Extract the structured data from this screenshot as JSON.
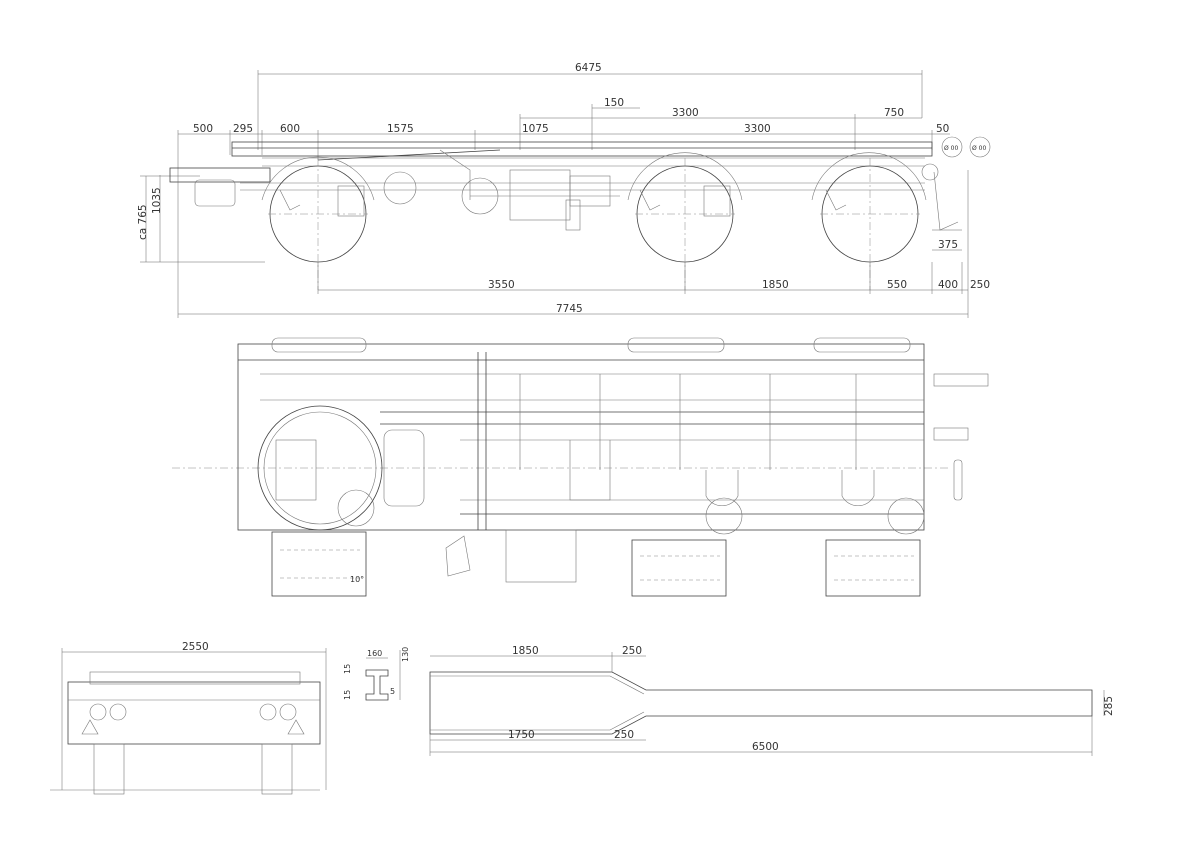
{
  "side_view": {
    "dims_top": {
      "overall_top": "6475",
      "offset_150": "150",
      "d500": "500",
      "d295": "295",
      "d600": "600",
      "d1575": "1575",
      "d1075": "1075",
      "d3300_upper": "3300",
      "d3300_lower": "3300",
      "d750": "750",
      "d50": "50"
    },
    "dims_left": {
      "height_1035": "1035",
      "height_ca765": "ca 765"
    },
    "dims_right": {
      "d375": "375"
    },
    "dims_bottom": {
      "d3550": "3550",
      "d1850": "1850",
      "d550": "550",
      "d400": "400",
      "d250": "250",
      "overall_length": "7745"
    },
    "lamp_labels": [
      "Ø 00",
      "Ø 00"
    ]
  },
  "top_view": {
    "angle_label": "10°"
  },
  "rear_view": {
    "width_dim": "2550"
  },
  "beam_section": {
    "d160": "160",
    "d130": "130",
    "d15_top": "15",
    "d15_bottom": "15",
    "d5": "5"
  },
  "frame_rail": {
    "d1850": "1850",
    "d250_top": "250",
    "d1750": "1750",
    "d250_bottom": "250",
    "d6500": "6500",
    "d285": "285"
  }
}
